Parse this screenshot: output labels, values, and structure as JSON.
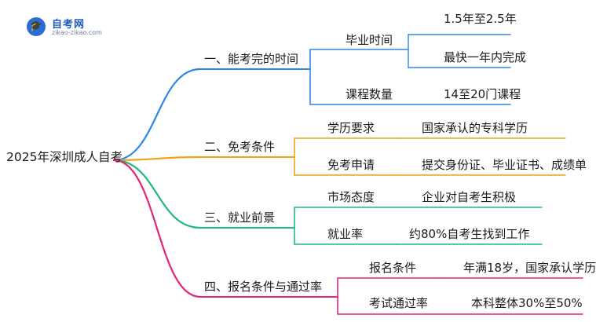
{
  "logo": {
    "title": "自考网",
    "url": "zikao-zikao.com",
    "icon": "graduation-cap-icon"
  },
  "root": "2025年深圳成人自考",
  "colors": {
    "blue": "#2f86e8",
    "orange": "#f0a418",
    "green": "#1fba7a",
    "pink": "#e0287a"
  },
  "branches": [
    {
      "label": "一、能考完的时间",
      "color": "blue",
      "children": [
        {
          "label": "毕业时间",
          "leaves": [
            "1.5年至2.5年",
            "最快一年内完成"
          ]
        },
        {
          "label": "课程数量",
          "leaves": [
            "14至20门课程"
          ]
        }
      ]
    },
    {
      "label": "二、免考条件",
      "color": "orange",
      "children": [
        {
          "label": "学历要求",
          "leaves": [
            "国家承认的专科学历"
          ]
        },
        {
          "label": "免考申请",
          "leaves": [
            "提交身份证、毕业证书、成绩单"
          ]
        }
      ]
    },
    {
      "label": "三、就业前景",
      "color": "green",
      "children": [
        {
          "label": "市场态度",
          "leaves": [
            "企业对自考生积极"
          ]
        },
        {
          "label": "就业率",
          "leaves": [
            "约80%自考生找到工作"
          ]
        }
      ]
    },
    {
      "label": "四、报名条件与通过率",
      "color": "pink",
      "children": [
        {
          "label": "报名条件",
          "leaves": [
            "年满18岁，国家承认学历"
          ]
        },
        {
          "label": "考试通过率",
          "leaves": [
            "本科整体30%至50%"
          ]
        }
      ]
    }
  ]
}
